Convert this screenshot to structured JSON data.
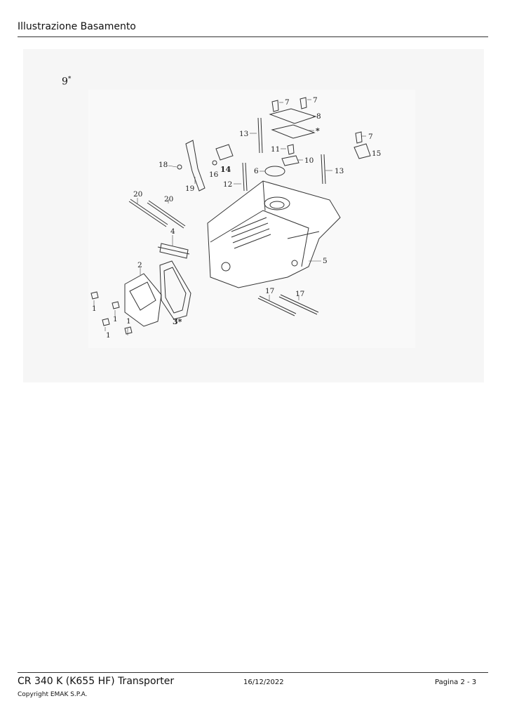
{
  "header": {
    "title": "Illustrazione  Basamento"
  },
  "note": {
    "number": "9",
    "mark": "*"
  },
  "diagram": {
    "callouts": [
      "1",
      "1",
      "1",
      "1",
      "2",
      "3*",
      "4",
      "5",
      "6",
      "7",
      "7",
      "7",
      "8",
      "*",
      "10",
      "11",
      "12",
      "13",
      "13",
      "14",
      "15",
      "16",
      "17",
      "17",
      "18",
      "19",
      "20",
      "20"
    ]
  },
  "footer": {
    "model": "CR 340 K (K655 HF) Transporter",
    "date": "16/12/2022",
    "page": "Pagina 2 - 3",
    "copyright": "Copyright EMAK S.P.A."
  }
}
